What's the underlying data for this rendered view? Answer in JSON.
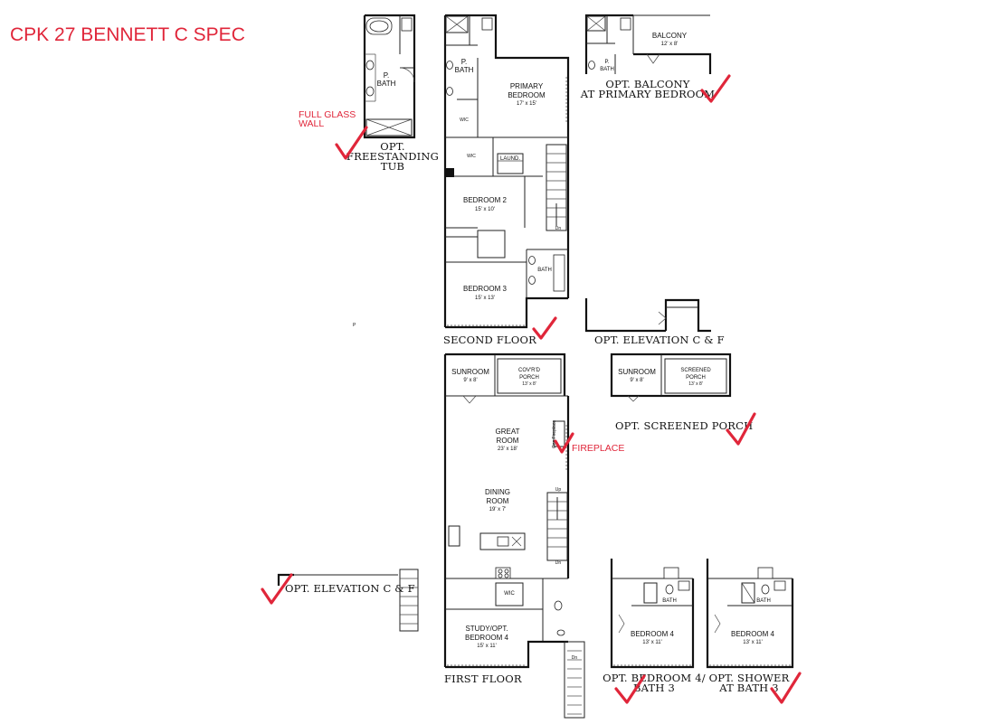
{
  "title": "CPK 27 BENNETT C SPEC",
  "notes": {
    "full_glass_wall": [
      "FULL GLASS",
      "WALL"
    ],
    "fireplace": "FIREPLACE"
  },
  "captions": {
    "opt_freestanding_tub": [
      "OPT.",
      "FREESTANDING",
      "TUB"
    ],
    "second_floor": "SECOND FLOOR",
    "opt_balcony": [
      "OPT. BALCONY",
      "AT PRIMARY BEDROOM"
    ],
    "opt_elevation_cf_upper": "OPT. ELEVATION C & F",
    "opt_screened_porch": "OPT. SCREENED PORCH",
    "opt_elevation_cf_lower": "OPT. ELEVATION C & F",
    "first_floor": "FIRST FLOOR",
    "opt_bedroom4_bath3": [
      "OPT. BEDROOM 4/",
      "BATH 3"
    ],
    "opt_shower_bath3": [
      "OPT. SHOWER",
      "AT BATH 3"
    ]
  },
  "rooms": {
    "p_bath_tub": [
      "P.",
      "BATH"
    ],
    "p_bath_second": [
      "P.",
      "BATH"
    ],
    "primary_bedroom": [
      "PRIMARY",
      "BEDROOM"
    ],
    "primary_bedroom_dim": "17' x 15'",
    "wic_upper": "WIC",
    "wic_mid": "WIC",
    "laund": "LAUND.",
    "bedroom2": "BEDROOM 2",
    "bedroom2_dim": "15' x 10'",
    "bath_second": "BATH",
    "bedroom3": "BEDROOM 3",
    "bedroom3_dim": "15' x 13'",
    "dn": "Dn",
    "balcony": "BALCONY",
    "balcony_dim": "12' x 8'",
    "p_bath_balcony": [
      "P.",
      "BATH"
    ],
    "sunroom": "SUNROOM",
    "sunroom_dim": "9' x 8'",
    "covd_porch": [
      "COV'R'D",
      "PORCH"
    ],
    "covd_porch_dim": "13' x 8'",
    "great_room": [
      "GREAT",
      "ROOM"
    ],
    "great_room_dim": "23' x 18'",
    "gas_fireplace": "Gas Fireplace",
    "dining_room": [
      "DINING",
      "ROOM"
    ],
    "dining_room_dim": "19' x 7'",
    "up": "Up",
    "dn_first": "Dn",
    "wic_first": "WIC",
    "study": [
      "STUDY/OPT.",
      "BEDROOM 4"
    ],
    "study_dim": "15' x 11'",
    "dn_stair": "Dn",
    "sunroom_opt": "SUNROOM",
    "sunroom_opt_dim": "9' x 8'",
    "screened_porch": [
      "SCREENED",
      "PORCH"
    ],
    "screened_porch_dim": "13' x 8'",
    "bedroom4_a": "BEDROOM 4",
    "bedroom4_a_dim": "13' x 11'",
    "bath_a": "BATH",
    "bedroom4_b": "BEDROOM 4",
    "bedroom4_b_dim": "13' x 11'",
    "bath_b": "BATH"
  },
  "stray_marks": {
    "p_mark": "P"
  },
  "colors": {
    "accent": "#e0263a",
    "line": "#111111",
    "background": "#ffffff"
  }
}
